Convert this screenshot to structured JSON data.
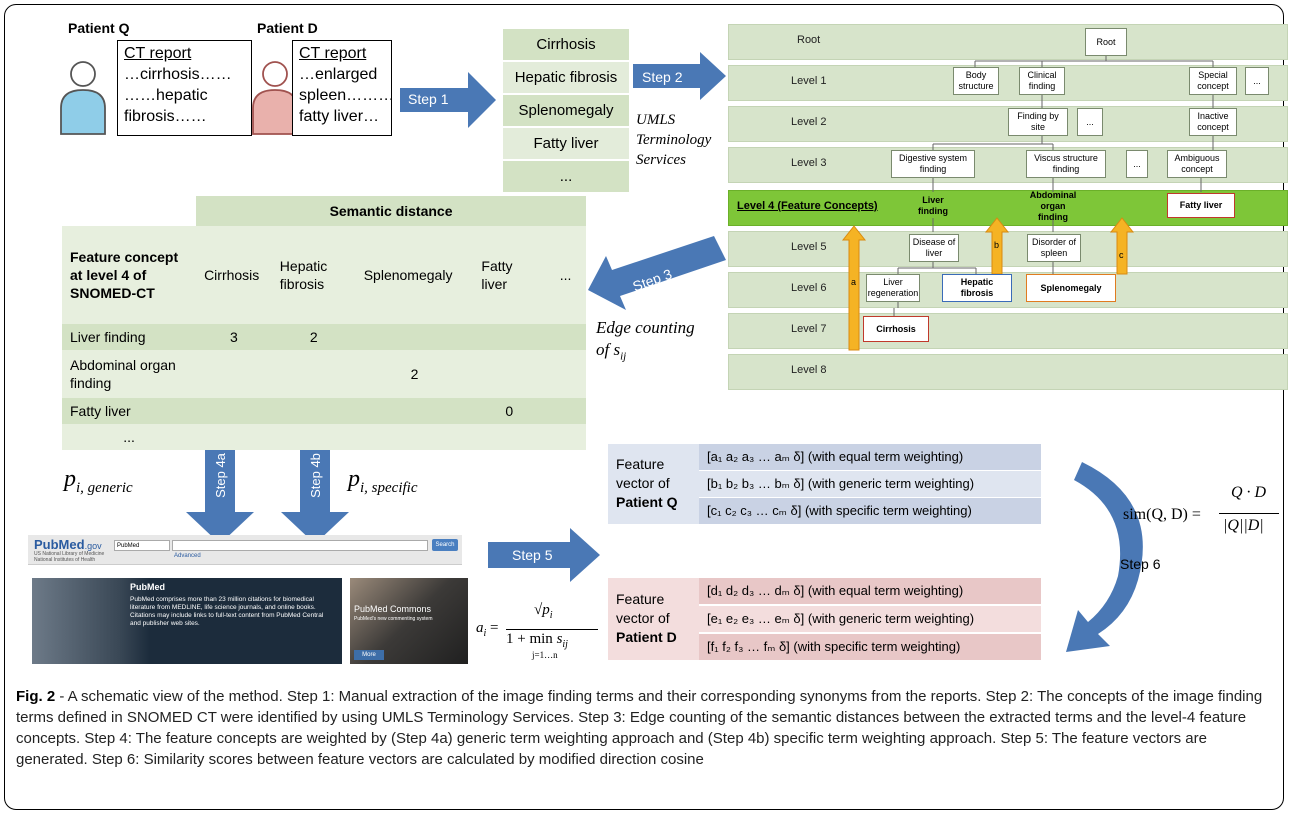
{
  "patient_q": {
    "label": "Patient Q",
    "report_title": "CT report",
    "lines": [
      "…cirrhosis……",
      "……hepatic",
      "fibrosis……"
    ]
  },
  "patient_d": {
    "label": "Patient D",
    "report_title": "CT report",
    "lines": [
      "…enlarged",
      "spleen………",
      "fatty liver…"
    ]
  },
  "steps": {
    "s1": "Step 1",
    "s2": "Step 2",
    "s3": "Step 3",
    "s4a": "Step 4a",
    "s4b": "Step 4b",
    "s5": "Step 5",
    "s6": "Step 6"
  },
  "terms": [
    "Cirrhosis",
    "Hepatic fibrosis",
    "Splenomegaly",
    "Fatty liver",
    "..."
  ],
  "umls": [
    "UMLS",
    "Terminology",
    "Services"
  ],
  "levels": [
    "Root",
    "Level 1",
    "Level 2",
    "Level 3",
    "Level 4 (Feature Concepts)",
    "Level 5",
    "Level 6",
    "Level 7",
    "Level 8"
  ],
  "nodes": {
    "root": "Root",
    "body_structure": "Body structure",
    "clinical_finding": "Clinical finding",
    "special_concept": "Special concept",
    "ellipsis": "...",
    "finding_by_site": "Finding by site",
    "inactive_concept": "Inactive concept",
    "digestive": "Digestive system finding",
    "viscus": "Viscus structure finding",
    "ambiguous": "Ambiguous concept",
    "liver_finding": "Liver finding",
    "abdominal": "Abdominal organ finding",
    "fatty_liver": "Fatty liver",
    "disease_of_liver": "Disease of liver",
    "disorder_of_spleen": "Disorder of spleen",
    "liver_regeneration": "Liver regeneration",
    "hepatic_fibrosis": "Hepatic fibrosis",
    "splenomegaly": "Splenomegaly",
    "cirrhosis": "Cirrhosis",
    "arrow_a": "a",
    "arrow_b": "b",
    "arrow_c": "c"
  },
  "table": {
    "group_header": "Semantic distance",
    "row_header": "Feature concept at level 4 of SNOMED-CT",
    "columns": [
      "Cirrhosis",
      "Hepatic fibrosis",
      "Splenomegaly",
      "Fatty liver",
      "..."
    ],
    "rows": [
      {
        "name": "Liver finding",
        "cells": [
          "3",
          "2",
          "",
          "",
          ""
        ]
      },
      {
        "name": "Abdominal organ finding",
        "cells": [
          "",
          "",
          "2",
          "",
          ""
        ]
      },
      {
        "name": "Fatty liver",
        "cells": [
          "",
          "",
          "",
          "0",
          ""
        ]
      },
      {
        "name": "...",
        "cells": [
          "",
          "",
          "",
          "",
          ""
        ]
      }
    ]
  },
  "edge_counting": {
    "line1": "Edge counting",
    "line2": "of s",
    "sub": "ij"
  },
  "p_generic": {
    "p": "p",
    "sub": "i, generic"
  },
  "p_specific": {
    "p": "p",
    "sub": "i, specific"
  },
  "pubmed": {
    "logo": "PubMed",
    "logo_suffix": ".gov",
    "nlm1": "US National Library of Medicine",
    "nlm2": "National Institutes of Health",
    "select": "PubMed",
    "search": "Search",
    "advanced": "Advanced",
    "heading": "PubMed",
    "body": "PubMed comprises more than 23 million citations for biomedical literature from MEDLINE, life science journals, and online books. Citations may include links to full-text content from PubMed Central and publisher web sites.",
    "commons_title": "PubMed Commons",
    "commons_sub": "PubMed's new commenting system",
    "more": "More"
  },
  "formula_a": {
    "lhs": "a",
    "sub": "i",
    "num": "√p",
    "num_sub": "i",
    "den_pre": "1 + ",
    "min": "min",
    "min_sub": "j=1…n",
    "den_s": "s",
    "den_sub": "ij"
  },
  "feature_q": {
    "label1": "Feature",
    "label2": "vector of",
    "label3": "Patient Q",
    "rows": [
      "[a₁ a₂ a₃ … aₘ δ] (with equal term weighting)",
      "[b₁ b₂ b₃ … bₘ δ] (with generic term weighting)",
      "[c₁ c₂ c₃ … cₘ δ] (with specific term weighting)"
    ]
  },
  "feature_d": {
    "label1": "Feature",
    "label2": "vector of",
    "label3": "Patient D",
    "rows": [
      "[d₁ d₂ d₃ … dₘ δ] (with equal term weighting)",
      "[e₁ e₂ e₃ … eₘ δ] (with generic term weighting)",
      "[f₁ f₂ f₃ … fₘ δ] (with specific term weighting)"
    ]
  },
  "similarity": {
    "lhs": "sim(Q, D) =",
    "num": "Q · D",
    "den": "|Q||D|"
  },
  "caption": {
    "bold": "Fig. 2",
    "text": " - A schematic view of the method. Step 1: Manual extraction of the image finding terms and their corresponding synonyms from the reports. Step 2: The concepts of the image finding terms defined in SNOMED CT were identified by using UMLS Terminology Services. Step 3: Edge counting of the semantic distances between the extracted terms and the level-4 feature concepts. Step 4: The feature concepts are weighted by (Step 4a) generic term weighting approach and (Step 4b) specific term weighting approach. Step 5: The feature vectors are generated. Step 6: Similarity scores between feature vectors are calculated by modified direction cosine"
  },
  "colors": {
    "green_dark": "#d3e2c4",
    "green_light": "#e7efde",
    "level4": "#7ec638",
    "arrow_blue": "#4a78b5",
    "q_blue": "#c9d2e4",
    "d_red": "#e8c7c7"
  }
}
